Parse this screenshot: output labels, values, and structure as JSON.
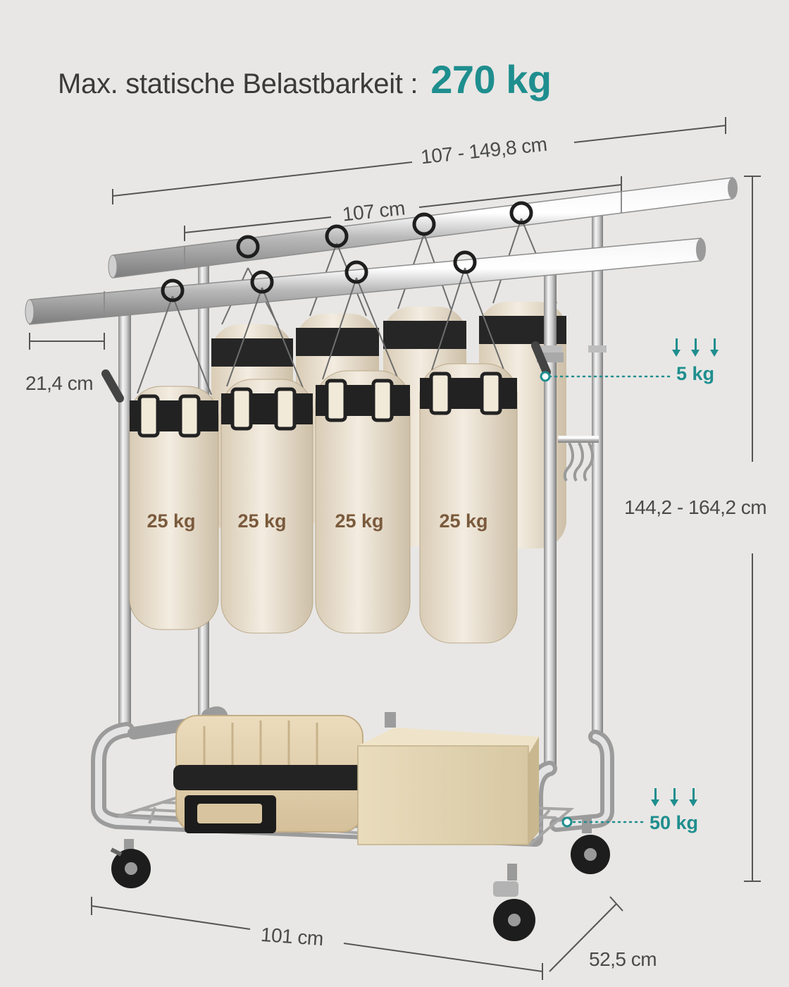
{
  "headline": {
    "label": "Max. statische Belastbarkeit :",
    "value": "270 kg"
  },
  "dimensions": {
    "rail_extended_length": "107 - 149,8 cm",
    "rail_length": "107 cm",
    "rail_overhang": "21,4 cm",
    "height_range": "144,2 - 164,2 cm",
    "base_width": "101 cm",
    "base_depth": "52,5 cm"
  },
  "loads": {
    "side_hook": "5 kg",
    "bottom_shelf": "50 kg",
    "punching_bags": [
      "25 kg",
      "25 kg",
      "25 kg",
      "25 kg"
    ]
  },
  "colors": {
    "background": "#e8e7e5",
    "accent": "#1f8e8e",
    "text": "#3a3a3a",
    "bag_label": "#7a5a3c"
  },
  "icons": [
    "down-arrow-icon",
    "caster-wheel-icon",
    "s-hook-icon"
  ]
}
